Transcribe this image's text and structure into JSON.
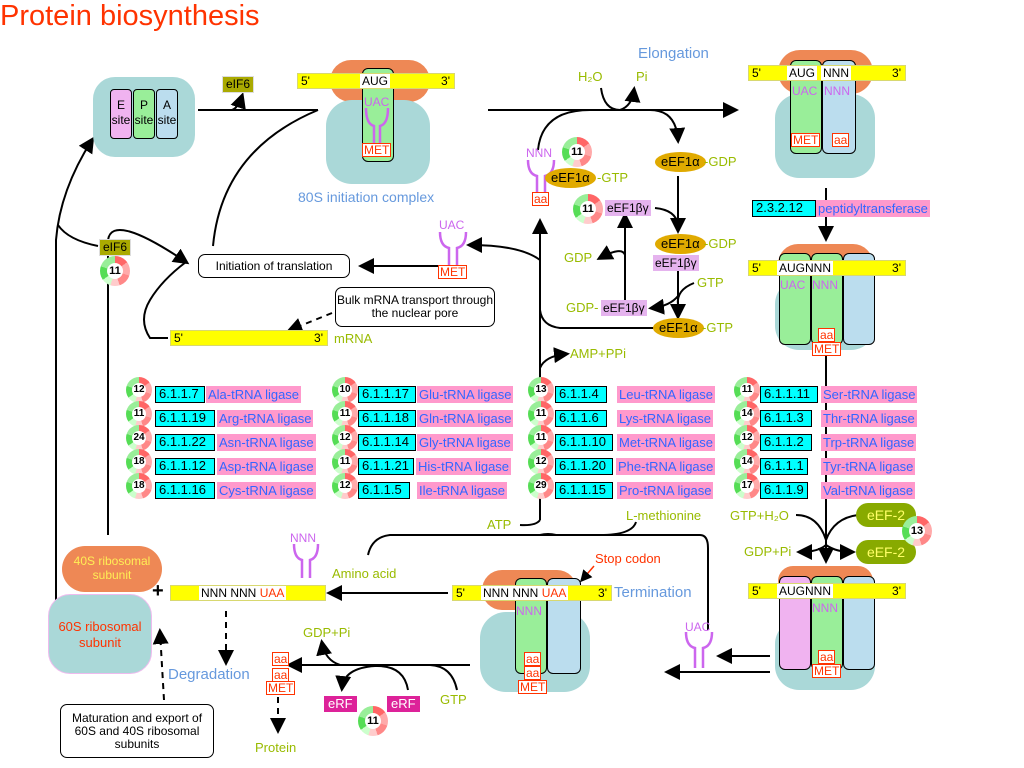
{
  "title": "Protein biosynthesis",
  "sections": {
    "elongation": "Elongation",
    "termination": "Termination",
    "degradation": "Degradation",
    "initiation_complex": "80S initiation complex"
  },
  "ribosome_sites": {
    "e": "E",
    "p": "P",
    "a": "A",
    "site": "site"
  },
  "mrna": {
    "five": "5'",
    "three": "3'",
    "label": "mRNA",
    "aug": "AUG",
    "nnn": "NNN",
    "aug_nnn": "AUGNNN",
    "stop_seq": "NNN NNN",
    "stop_codon": "UAA"
  },
  "trna": {
    "uac": "UAC",
    "nnn": "NNN",
    "met": "MET",
    "aa": "aa"
  },
  "factors": {
    "eif6": "eIF6",
    "eef1a_gtp": "eEF1α",
    "gtp_suffix": "-GTP",
    "gdp_suffix": "-GDP",
    "eef1bg": "eEF1βγ",
    "gdp_prefix": "GDP-",
    "eef2": "eEF-2",
    "erf": "eRF"
  },
  "compounds": {
    "h2o": "H₂O",
    "pi": "Pi",
    "gdp": "GDP",
    "gtp": "GTP",
    "amp_ppi": "AMP+PPi",
    "atp": "ATP",
    "l_methionine": "L-methionine",
    "gtp_h2o": "GTP+H₂O",
    "gdp_pi": "GDP+Pi",
    "amino_acid": "Amino acid",
    "protein": "Protein"
  },
  "boxes": {
    "initiation": "Initiation of translation",
    "bulk_transport": "Bulk mRNA transport through the nuclear pore",
    "maturation": "Maturation and export of 60S and 40S ribosomal subunits"
  },
  "subunits": {
    "s40": "40S ribosomal subunit",
    "s60": "60S ribosomal subunit"
  },
  "annotations": {
    "stop_codon": "Stop codon",
    "plus": "+"
  },
  "peptidyltransferase": {
    "ec": "2.3.2.12",
    "name": "peptidyltransferase"
  },
  "gene_counts": {
    "eif6": "11",
    "eef1a": "11",
    "eef1bg": "11",
    "eef2": "13",
    "erf": "11"
  },
  "ligases": [
    {
      "count": "12",
      "ec": "6.1.1.7",
      "name": "Ala-tRNA ligase"
    },
    {
      "count": "11",
      "ec": "6.1.1.19",
      "name": "Arg-tRNA ligase"
    },
    {
      "count": "24",
      "ec": "6.1.1.22",
      "name": "Asn-tRNA ligase"
    },
    {
      "count": "18",
      "ec": "6.1.1.12",
      "name": "Asp-tRNA ligase"
    },
    {
      "count": "18",
      "ec": "6.1.1.16",
      "name": "Cys-tRNA ligase"
    },
    {
      "count": "10",
      "ec": "6.1.1.17",
      "name": "Glu-tRNA ligase"
    },
    {
      "count": "11",
      "ec": "6.1.1.18",
      "name": "Gln-tRNA ligase"
    },
    {
      "count": "12",
      "ec": "6.1.1.14",
      "name": "Gly-tRNA ligase"
    },
    {
      "count": "11",
      "ec": "6.1.1.21",
      "name": "His-tRNA ligase"
    },
    {
      "count": "12",
      "ec": "6.1.1.5",
      "name": "Ile-tRNA ligase"
    },
    {
      "count": "13",
      "ec": "6.1.1.4",
      "name": "Leu-tRNA ligase"
    },
    {
      "count": "11",
      "ec": "6.1.1.6",
      "name": "Lys-tRNA ligase"
    },
    {
      "count": "11",
      "ec": "6.1.1.10",
      "name": "Met-tRNA ligase"
    },
    {
      "count": "12",
      "ec": "6.1.1.20",
      "name": "Phe-tRNA ligase"
    },
    {
      "count": "29",
      "ec": "6.1.1.15",
      "name": "Pro-tRNA ligase"
    },
    {
      "count": "11",
      "ec": "6.1.1.11",
      "name": "Ser-tRNA ligase"
    },
    {
      "count": "14",
      "ec": "6.1.1.3",
      "name": "Thr-tRNA ligase"
    },
    {
      "count": "12",
      "ec": "6.1.1.2",
      "name": "Trp-tRNA ligase"
    },
    {
      "count": "14",
      "ec": "6.1.1.1",
      "name": "Tyr-tRNA ligase"
    },
    {
      "count": "17",
      "ec": "6.1.1.9",
      "name": "Val-tRNA ligase"
    }
  ]
}
